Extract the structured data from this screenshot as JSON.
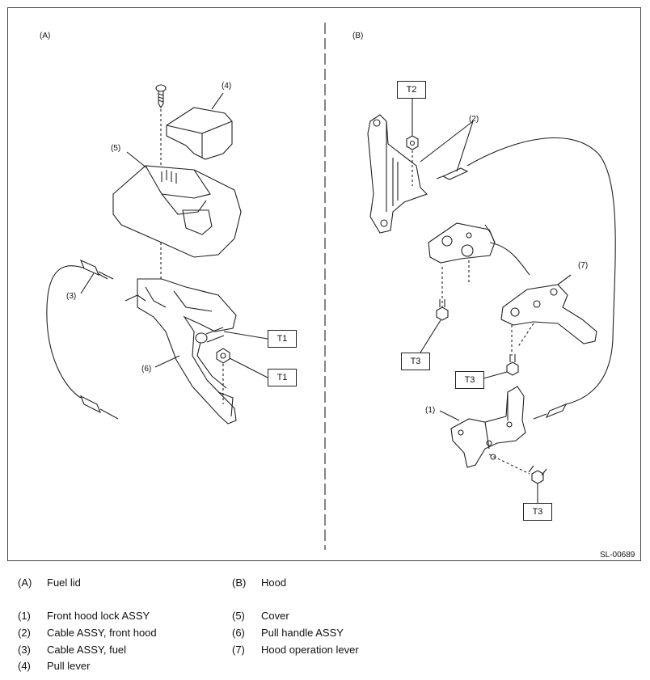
{
  "section_a_label": "(A)",
  "section_b_label": "(B)",
  "figure_id": "SL-00689",
  "callouts": {
    "c1": "(1)",
    "c2": "(2)",
    "c3": "(3)",
    "c4": "(4)",
    "c5": "(5)",
    "c6": "(6)",
    "c7": "(7)"
  },
  "torque_marks": {
    "t1a": "T1",
    "t1b": "T1",
    "t2": "T2",
    "t3a": "T3",
    "t3b": "T3",
    "t3c": "T3"
  },
  "legend": [
    {
      "code": "(A)",
      "text": "Fuel lid"
    },
    {
      "code": "(B)",
      "text": "Hood"
    },
    {
      "code": "(1)",
      "text": "Front hood lock ASSY"
    },
    {
      "code": "(2)",
      "text": "Cable ASSY, front hood"
    },
    {
      "code": "(3)",
      "text": "Cable ASSY, fuel"
    },
    {
      "code": "(4)",
      "text": "Pull lever"
    },
    {
      "code": "(5)",
      "text": "Cover"
    },
    {
      "code": "(6)",
      "text": "Pull handle ASSY"
    },
    {
      "code": "(7)",
      "text": "Hood operation lever"
    }
  ]
}
